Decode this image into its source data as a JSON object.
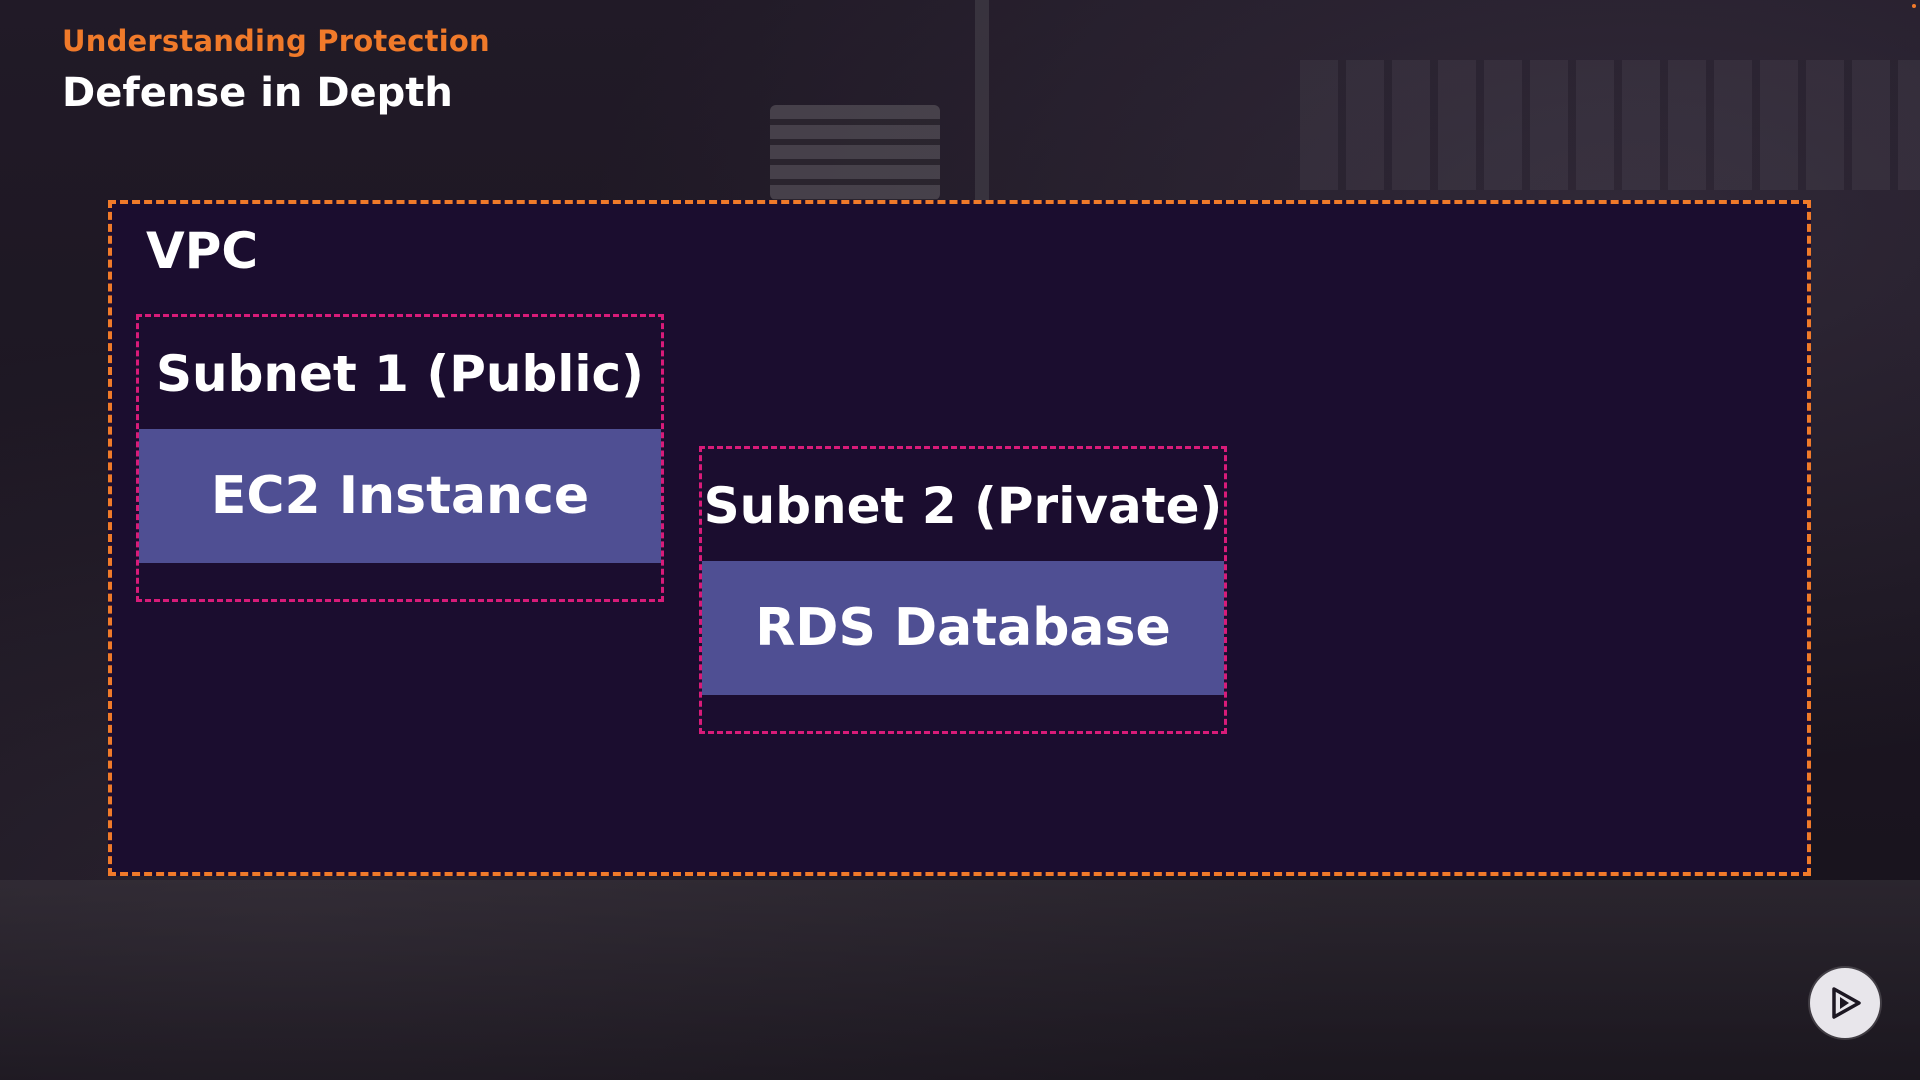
{
  "header": {
    "kicker": "Understanding Protection",
    "title": "Defense in Depth"
  },
  "diagram": {
    "vpc_label": "VPC",
    "subnets": [
      {
        "label": "Subnet 1 (Public)",
        "resource": "EC2 Instance"
      },
      {
        "label": "Subnet 2 (Private)",
        "resource": "RDS Database"
      }
    ]
  },
  "icons": {
    "player": "play-logo-icon"
  },
  "colors": {
    "accent_orange": "#f07a2a",
    "subnet_border": "#d81b79",
    "resource_fill": "#4f4f93",
    "vpc_fill": "#1b0d2f"
  }
}
